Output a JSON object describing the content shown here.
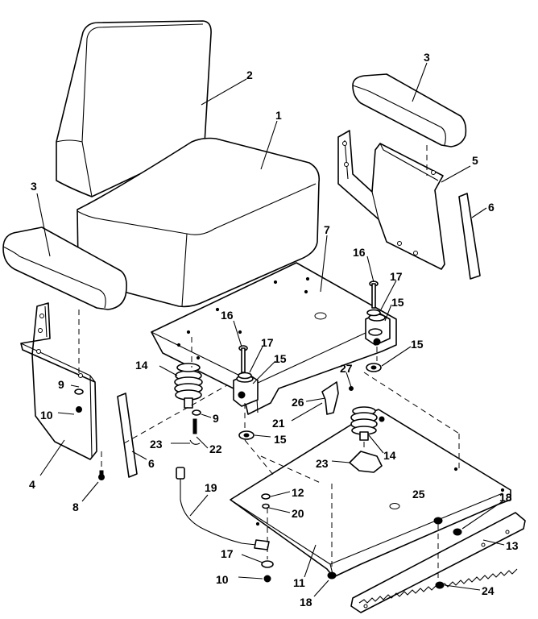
{
  "callouts": {
    "c1": "1",
    "c2": "2",
    "c3_left": "3",
    "c3_right": "3",
    "c4": "4",
    "c5": "5",
    "c6_left": "6",
    "c6_right": "6",
    "c7": "7",
    "c8": "8",
    "c9_upper": "9",
    "c9_lower": "9",
    "c10_upper": "10",
    "c10_lower": "10",
    "c11": "11",
    "c12": "12",
    "c13": "13",
    "c14_left": "14",
    "c14_right": "14",
    "c15_a": "15",
    "c15_b": "15",
    "c15_c": "15",
    "c15_d": "15",
    "c16_a": "16",
    "c16_b": "16",
    "c17_a": "17",
    "c17_b": "17",
    "c17_c": "17",
    "c18_a": "18",
    "c18_b": "18",
    "c19": "19",
    "c20": "20",
    "c21": "21",
    "c22": "22",
    "c23_a": "23",
    "c23_b": "23",
    "c24": "24",
    "c25": "25",
    "c26": "26",
    "c27": "27"
  }
}
